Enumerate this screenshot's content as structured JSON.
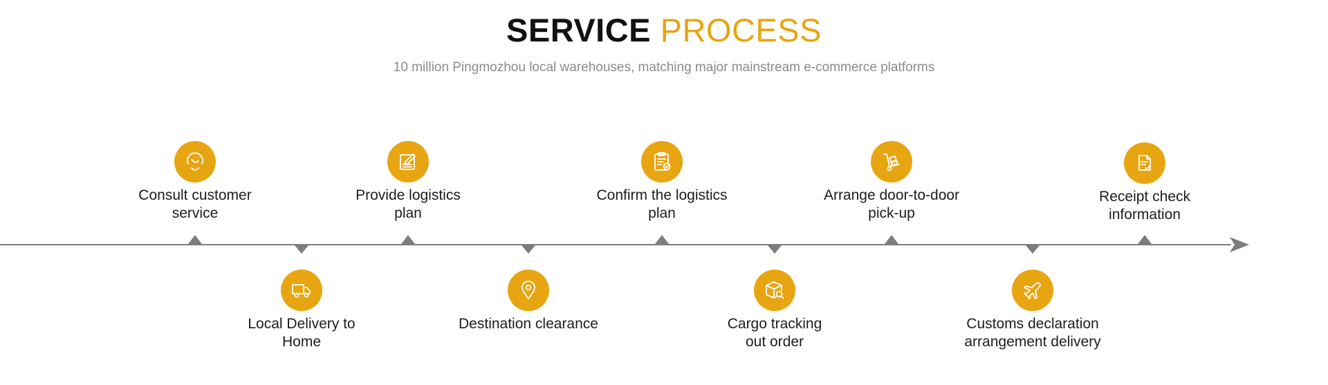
{
  "header": {
    "title_part1": "SERVICE",
    "title_part2": "PROCESS",
    "subtitle": "10 million Pingmozhou local warehouses, matching major mainstream e-commerce platforms"
  },
  "colors": {
    "accent": "#e8a512",
    "line": "#7d7d7d",
    "text": "#1c1c1c",
    "subtitle": "#8a8a8a"
  },
  "steps_top": [
    {
      "label": "Consult customer\nservice",
      "icon": "headset-icon"
    },
    {
      "label": "Provide logistics\nplan",
      "icon": "edit-document-icon"
    },
    {
      "label": "Confirm the logistics\nplan",
      "icon": "checklist-icon"
    },
    {
      "label": "Arrange door-to-door\npick-up",
      "icon": "hand-truck-icon"
    },
    {
      "label": "Receipt check\ninformation",
      "icon": "document-check-icon"
    }
  ],
  "steps_bottom": [
    {
      "label": "Local Delivery to\nHome",
      "icon": "delivery-truck-icon"
    },
    {
      "label": "Destination clearance",
      "icon": "location-pin-icon"
    },
    {
      "label": "Cargo tracking\nout order",
      "icon": "package-search-icon"
    },
    {
      "label": "Customs declaration\narrangement delivery",
      "icon": "airplane-icon"
    }
  ]
}
